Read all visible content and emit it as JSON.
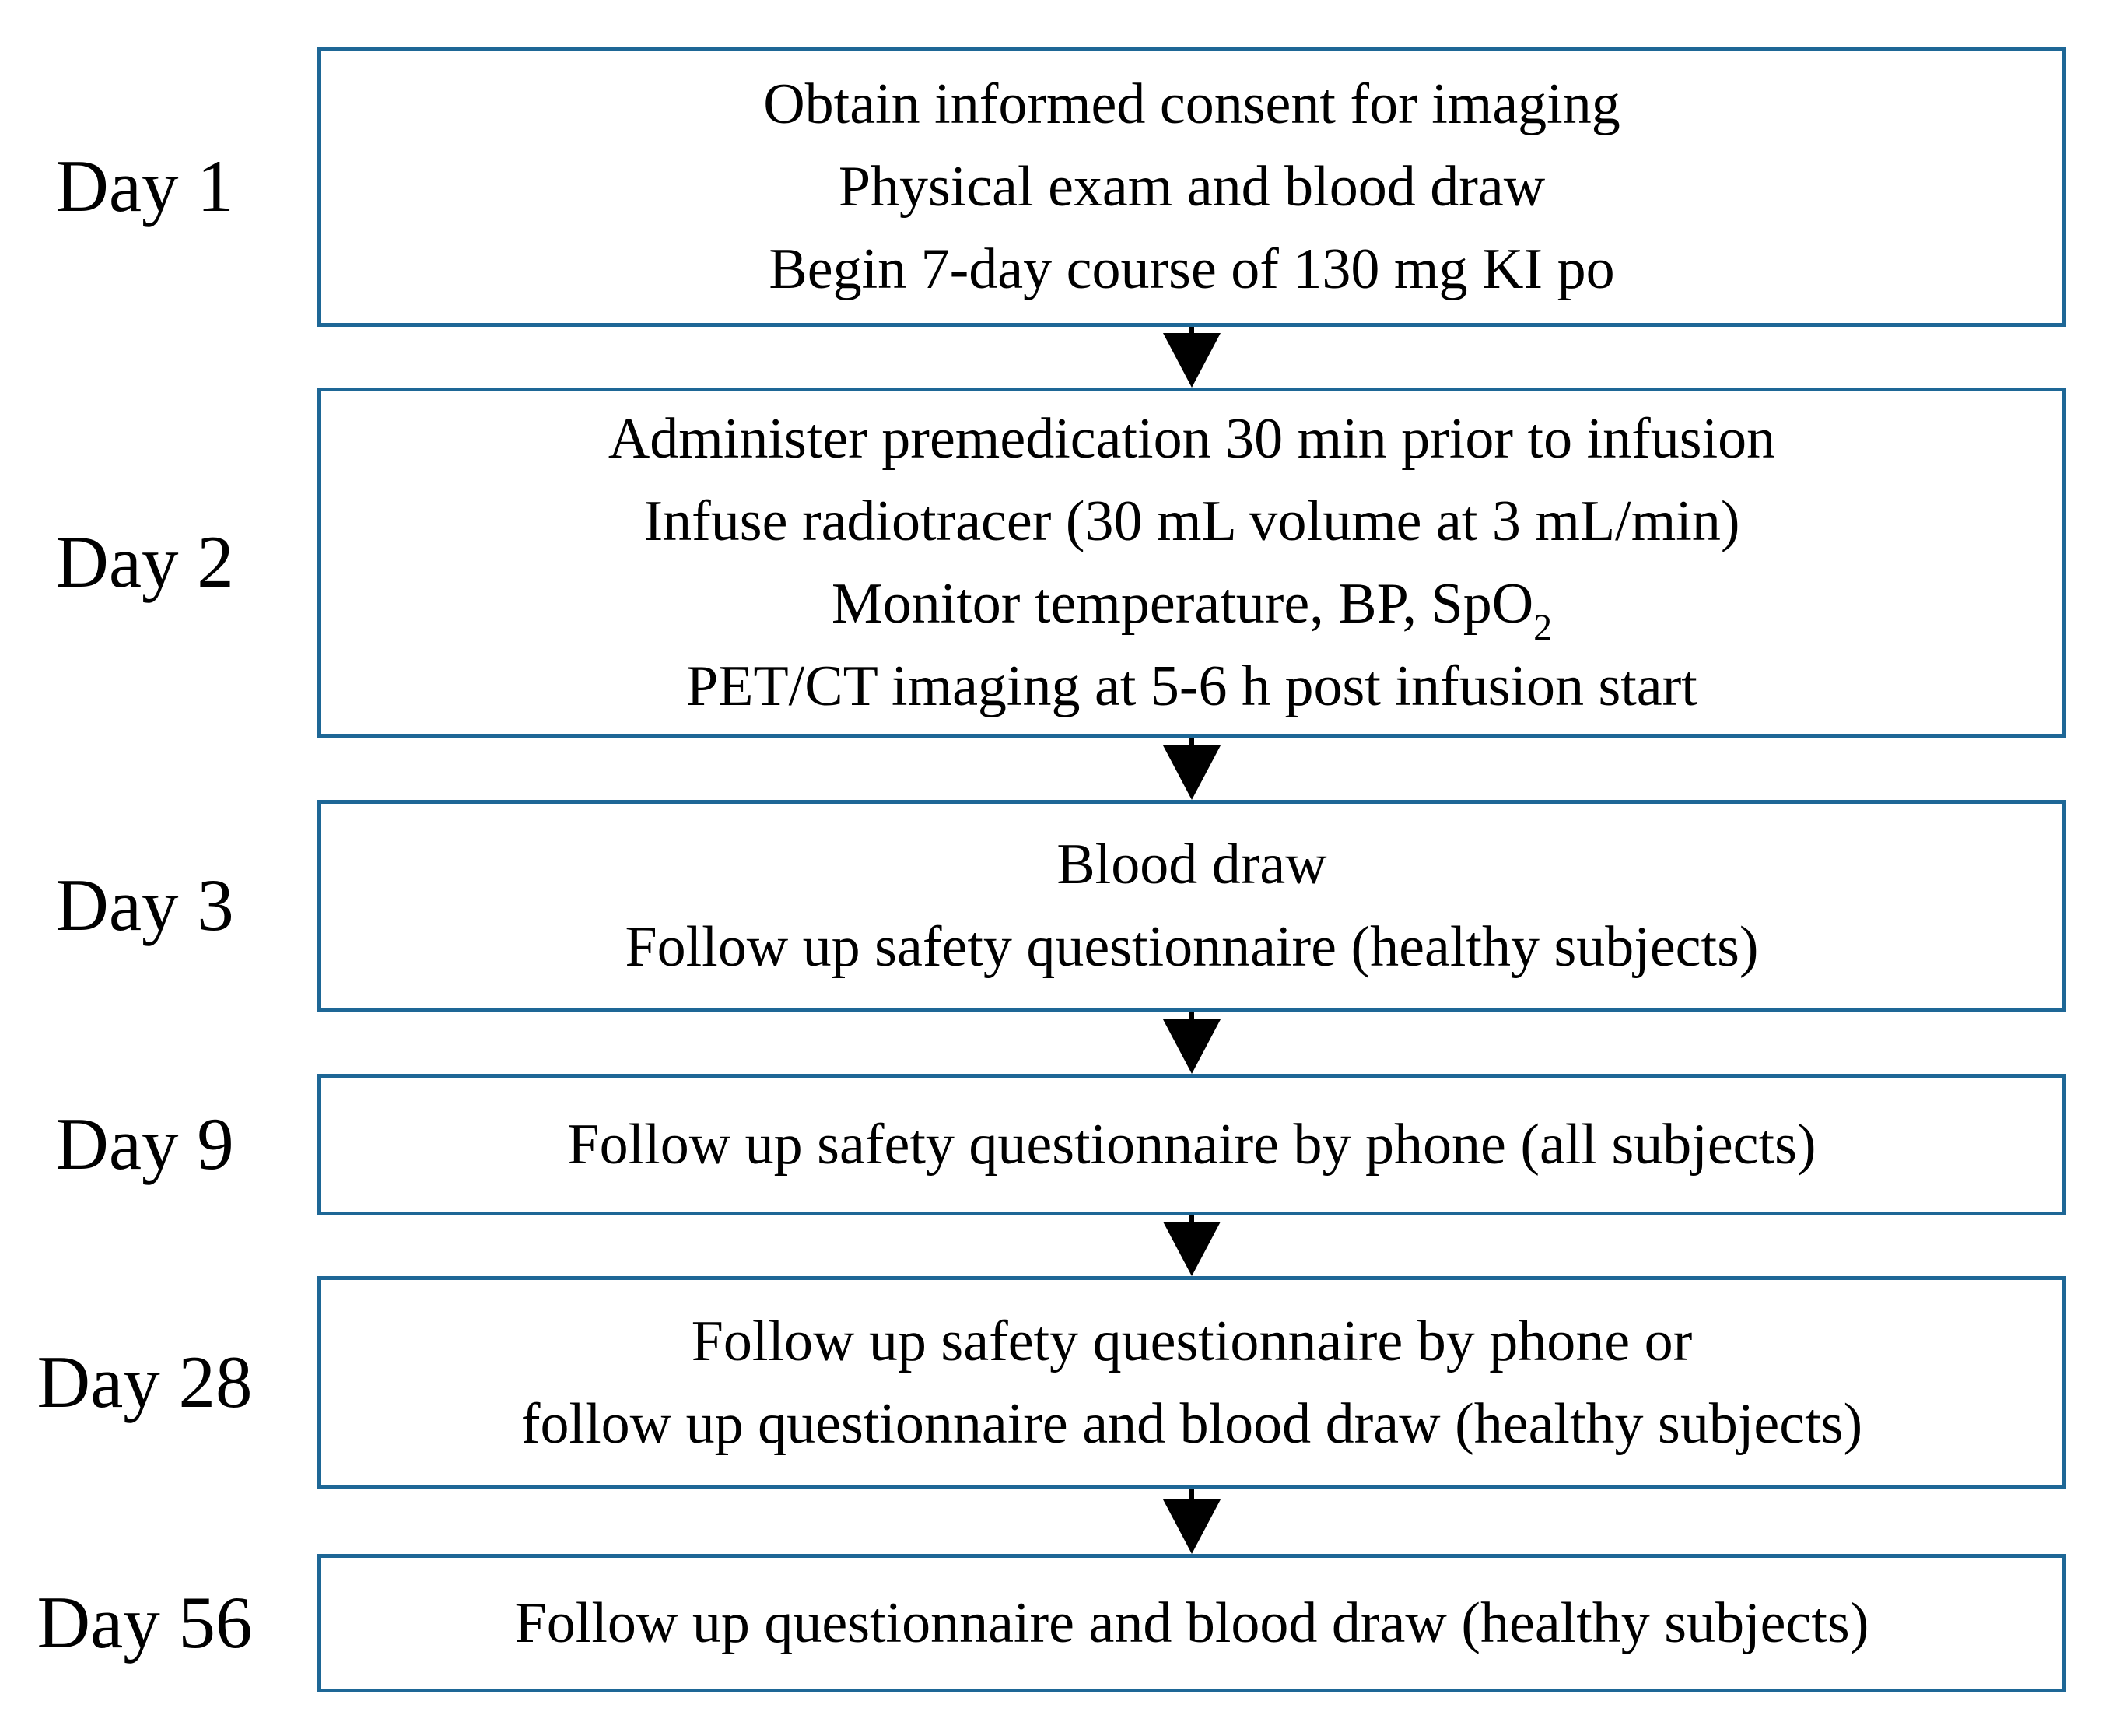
{
  "diagram": {
    "type": "flowchart",
    "colors": {
      "box_border": "#1E6796",
      "arrow": "#000000",
      "text": "#000000",
      "background": "#FFFFFF"
    },
    "steps": [
      {
        "day": "Day 1",
        "lines": [
          "Obtain informed consent for imaging",
          "Physical exam and blood draw",
          "Begin 7-day course of 130 mg KI po"
        ]
      },
      {
        "day": "Day 2",
        "lines": [
          "Administer premedication 30 min prior to infusion",
          "Infuse radiotracer (30 mL volume at 3 mL/min)",
          {
            "pre": "Monitor temperature, BP, SpO",
            "sub": "2"
          },
          "PET/CT imaging at 5-6 h post infusion start"
        ]
      },
      {
        "day": "Day 3",
        "lines": [
          "Blood draw",
          "Follow up safety questionnaire (healthy subjects)"
        ]
      },
      {
        "day": "Day 9",
        "lines": [
          "Follow up safety questionnaire by phone (all subjects)"
        ]
      },
      {
        "day": "Day 28",
        "lines": [
          "Follow up safety questionnaire by phone or",
          "follow up questionnaire and blood draw (healthy subjects)"
        ]
      },
      {
        "day": "Day 56",
        "lines": [
          "Follow up questionnaire and blood draw (healthy subjects)"
        ]
      }
    ]
  }
}
